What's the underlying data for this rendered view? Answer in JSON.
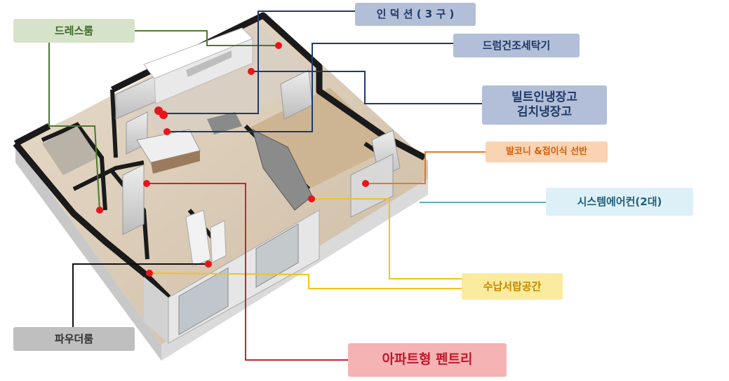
{
  "labels": {
    "dressroom": "드레스룸",
    "induction": "인 덕 션 ( 3 구 )",
    "dryer_washer": "드럼건조세탁기",
    "fridge": "빌트인냉장고\n김치냉장고",
    "balcony": "발코니 &접이식 선반",
    "aircon": "시스템에어컨(2대)",
    "storage": "수납서랍공간",
    "powder_room": "파우더룸",
    "pantry": "아파트형 펜트리"
  },
  "colors": {
    "dressroom": "#4a7a2f",
    "induction": "#1f3a66",
    "dryer_washer": "#1f3a66",
    "fridge": "#1f3a66",
    "balcony": "#e07a2a",
    "aircon": "#5fa9c2",
    "storage": "#f2c318",
    "powder_room": "#111111",
    "pantry": "#c0282e",
    "marker": "#e8141c"
  }
}
